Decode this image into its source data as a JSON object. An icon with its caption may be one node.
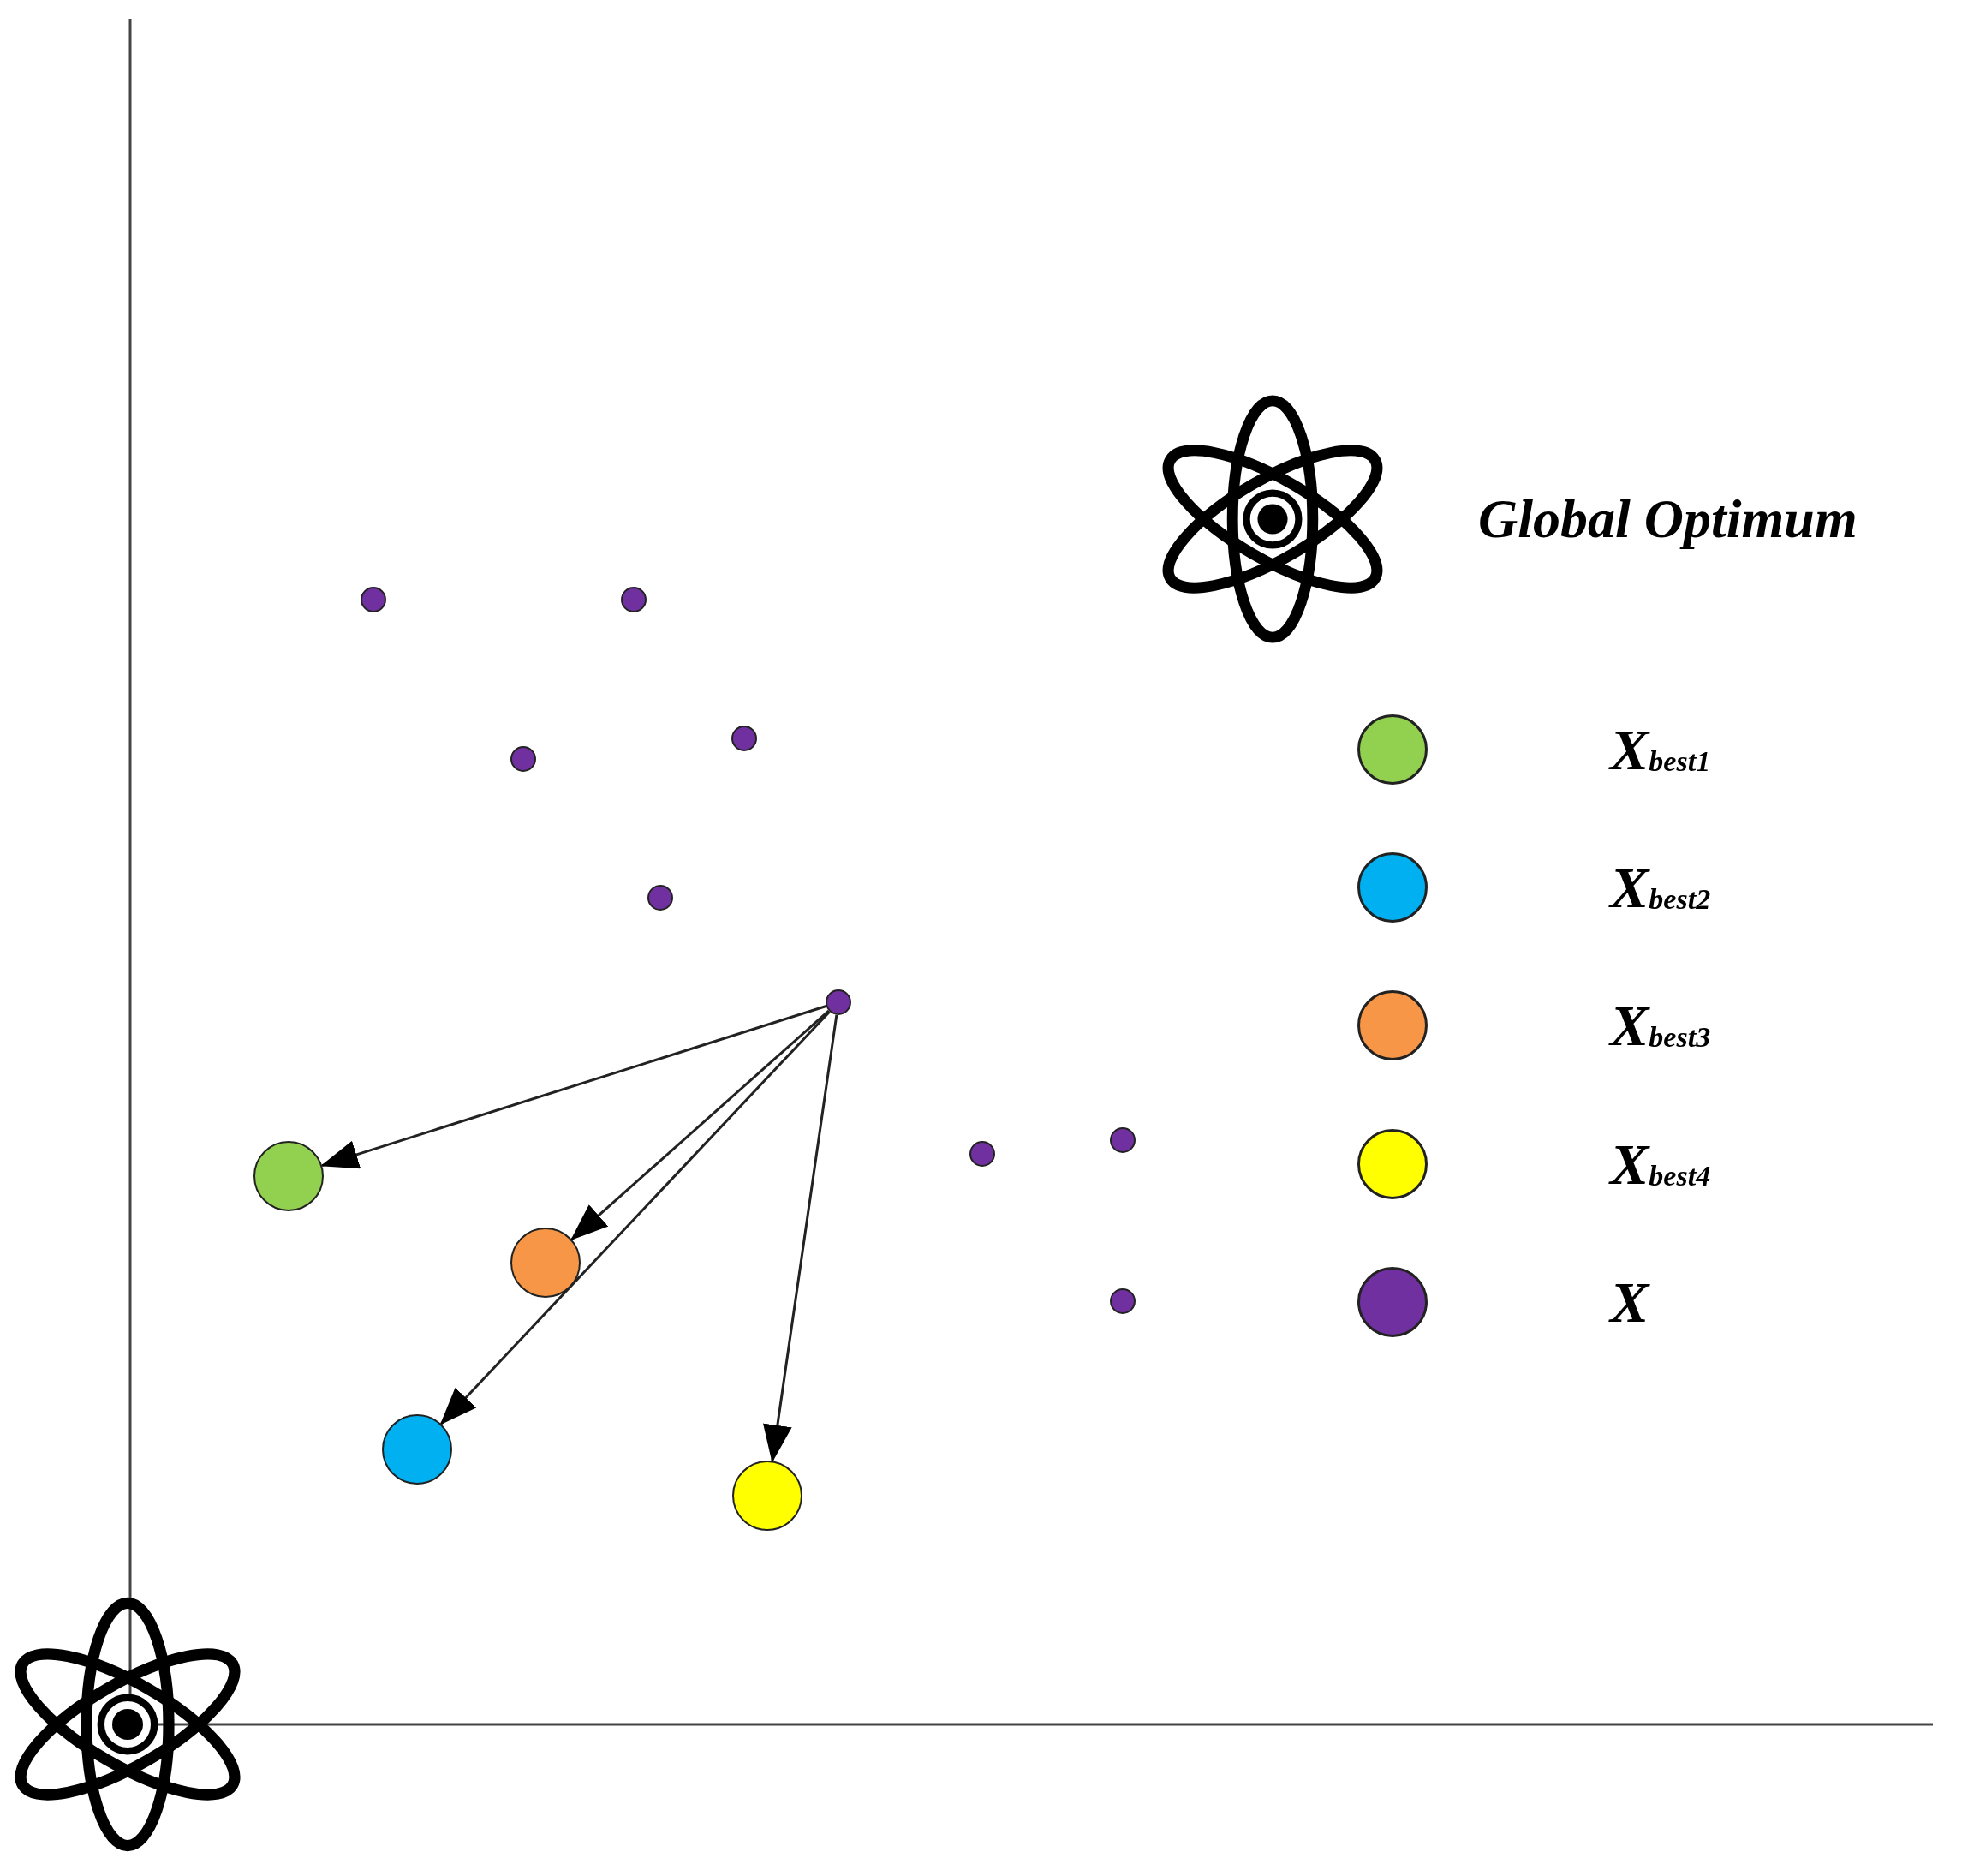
{
  "diagram": {
    "nodes": [
      {
        "text": [],
        "shape": "circle"
      },
      {
        "text": [],
        "shape": "circle"
      },
      {
        "text": [],
        "shape": "circle"
      },
      {
        "text": [],
        "shape": "circle"
      },
      {
        "text": [],
        "shape": "circle"
      },
      {
        "text": [],
        "shape": "circle"
      },
      {
        "text": [],
        "shape": "circle"
      },
      {
        "text": [],
        "shape": "circle"
      },
      {
        "text": [],
        "shape": "circle"
      },
      {
        "text": [],
        "shape": "circle"
      },
      {
        "text": [],
        "shape": "circle"
      },
      {
        "text": [],
        "shape": "circle"
      },
      {
        "text": [],
        "shape": "circle"
      }
    ],
    "edges": [
      {
        "from": 5,
        "to": 8,
        "arrow": "to"
      },
      {
        "from": 5,
        "to": 9,
        "arrow": "to"
      },
      {
        "from": 5,
        "to": 11,
        "arrow": "to"
      },
      {
        "from": 5,
        "to": 12,
        "arrow": "to"
      }
    ],
    "legend": [
      {
        "text": "Global Optimum"
      },
      {
        "text": "X$_{best1}$",
        "color": "#92d050"
      },
      {
        "text": "X$_{best2}$",
        "color": "#00b0f0"
      },
      {
        "text": "X$_{best3}$",
        "color": "#f79646"
      },
      {
        "text": "X$_{best4}$",
        "color": "#ffff00"
      },
      {
        "text": "X",
        "color": "#7030a0"
      }
    ]
  }
}
